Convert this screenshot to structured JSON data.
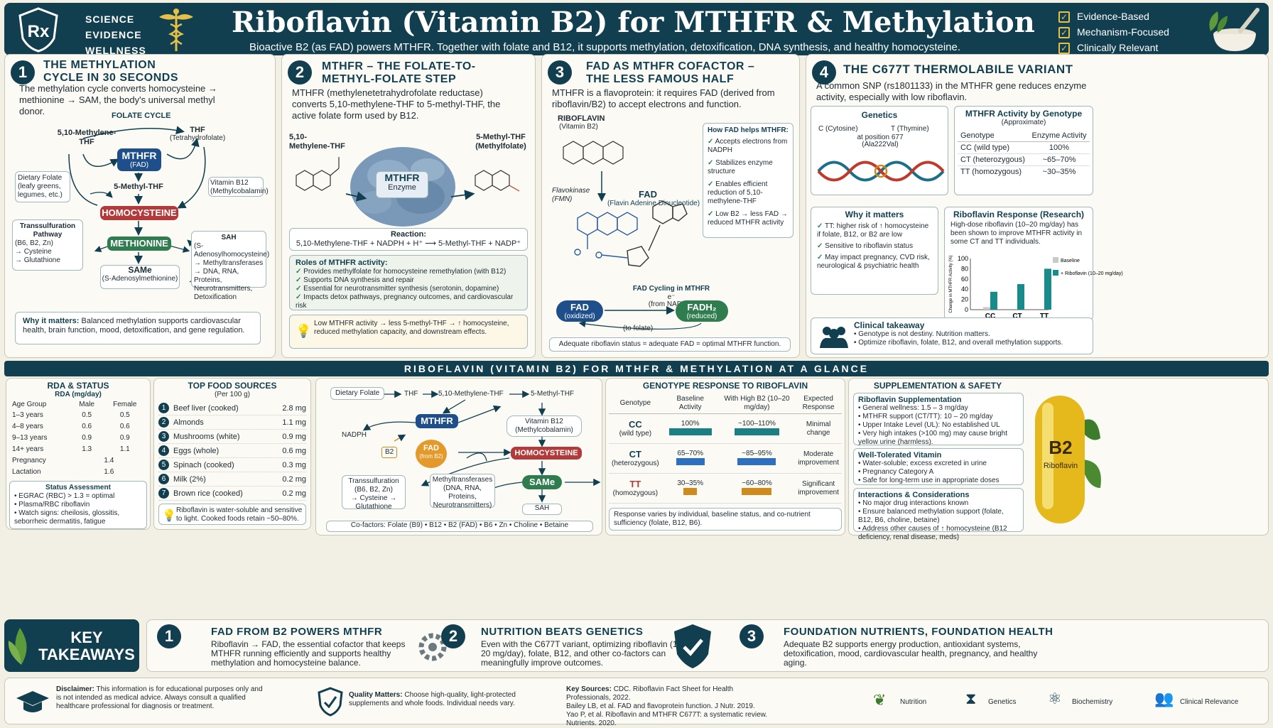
{
  "header": {
    "logo": "Rx",
    "tags": [
      "SCIENCE",
      "EVIDENCE",
      "WELLNESS"
    ],
    "title": "Riboflavin (Vitamin B2) for MTHFR & Methylation",
    "subtitle": "Bioactive B2 (as FAD) powers MTHFR. Together with folate and B12, it supports methylation, detoxification, DNA synthesis, and healthy homocysteine.",
    "checks": [
      "Evidence-Based",
      "Mechanism-Focused",
      "Clinically Relevant"
    ]
  },
  "p1": {
    "num": "1",
    "title": "THE METHYLATION CYCLE IN 30 SECONDS",
    "intro": "The methylation cycle converts homocysteine → methionine → SAM, the body's universal methyl donor.",
    "folate_cycle": "FOLATE CYCLE",
    "methylene_thf": "5,10-Methylene-THF",
    "thf": "THF",
    "thf_sub": "(Tetrahydrofolate)",
    "mthfr": "MTHFR",
    "fad": "(FAD)",
    "methyl_thf": "5-Methyl-THF",
    "homocysteine": "HOMOCYSTEINE",
    "methionine": "METHIONINE",
    "same": "SAMe",
    "same_sub": "(S-Adenosylmethionine)",
    "dietary": "Dietary Folate",
    "dietary_sub": "(leafy greens, legumes, etc.)",
    "b12": "Vitamin B12",
    "b12_sub": "(Methylcobalamin)",
    "trans": "Transsulfuration Pathway",
    "trans_sub": "(B6, B2, Zn)",
    "trans_items": [
      "→ Cysteine",
      "→ Glutathione"
    ],
    "sah": "SAH",
    "sah_sub": "(S-Adenosylhomocysteine)",
    "sah_items": [
      "→ Methyltransferases",
      "→ DNA, RNA, Proteins,",
      "Neurotransmitters,",
      "Detoxification"
    ],
    "why_label": "Why it matters:",
    "why": "Balanced methylation supports cardiovascular health, brain function, mood, detoxification, and gene regulation."
  },
  "p2": {
    "num": "2",
    "title": "MTHFR – THE FOLATE-TO-METHYL-FOLATE STEP",
    "intro": "MTHFR (methylenetetrahydrofolate reductase) converts 5,10-methylene-THF to 5-methyl-THF, the active folate form used by B12.",
    "left_label": "5,10-Methylene-THF",
    "right_label": "5-Methyl-THF (Methylfolate)",
    "enzyme": "MTHFR",
    "enzyme_sub": "Enzyme",
    "reaction_label": "Reaction:",
    "reaction": "5,10-Methylene-THF + NADPH + H⁺ ⟶ 5-Methyl-THF + NADP⁺",
    "roles_title": "Roles of MTHFR activity:",
    "roles": [
      "Provides methylfolate for homocysteine remethylation (with B12)",
      "Supports DNA synthesis and repair",
      "Essential for neurotransmitter synthesis (serotonin, dopamine)",
      "Impacts detox pathways, pregnancy outcomes, and cardiovascular risk"
    ],
    "note": "Low MTHFR activity → less 5-methyl-THF → ↑ homocysteine, reduced methylation capacity, and downstream effects."
  },
  "p3": {
    "num": "3",
    "title": "FAD AS MTHFR COFACTOR – THE LESS FAMOUS HALF",
    "intro": "MTHFR is a flavoprotein: it requires FAD (derived from riboflavin/B2) to accept electrons and function.",
    "riboflavin": "RIBOFLAVIN",
    "riboflavin_sub": "(Vitamin B2)",
    "flavokinase": "Flavokinase",
    "fmn": "(FMN)",
    "fad": "FAD",
    "fad_sub": "(Flavin Adenine Dinucleotide)",
    "how_title": "How FAD helps MTHFR:",
    "how": [
      "Accepts electrons from NADPH",
      "Stabilizes enzyme structure",
      "Enables efficient reduction of 5,10-methylene-THF",
      "Low B2 → less FAD → reduced MTHFR activity"
    ],
    "cycling": "FAD Cycling in MTHFR",
    "electron": "e⁻",
    "from_nadph": "(from NADPH)",
    "fad_ox": "FAD",
    "fad_ox_sub": "(oxidized)",
    "fadh2": "FADH₂",
    "fadh2_sub": "(reduced)",
    "to_folate": "(to folate)",
    "footer": "Adequate riboflavin status = adequate FAD = optimal MTHFR function."
  },
  "p4": {
    "num": "4",
    "title": "THE C677T THERMOLABILE VARIANT",
    "intro": "A common SNP (rs1801133) in the MTHFR gene reduces enzyme activity, especially with low riboflavin.",
    "genetics_title": "Genetics",
    "gen_c": "C (Cytosine)",
    "gen_t": "T (Thymine)",
    "gen_pos": "at position 677",
    "gen_ala": "(Ala222Val)",
    "activity_title": "MTHFR Activity by Genotype",
    "activity_sub": "(Approximate)",
    "activity_headers": [
      "Genotype",
      "Enzyme Activity"
    ],
    "activity_rows": [
      [
        "CC (wild type)",
        "100%"
      ],
      [
        "CT (heterozygous)",
        "~65–70%"
      ],
      [
        "TT (homozygous)",
        "~30–35%"
      ]
    ],
    "why_title": "Why it matters",
    "why": [
      "TT: higher risk of ↑ homocysteine if folate, B12, or B2 are low",
      "Sensitive to riboflavin status",
      "May impact pregnancy, CVD risk, neurological & psychiatric health"
    ],
    "resp_title": "Riboflavin Response (Research)",
    "resp_text": "High-dose riboflavin (10–20 mg/day) has been shown to improve MTHFR activity in some CT and TT individuals.",
    "takeaway_title": "Clinical takeaway",
    "takeaway": [
      "Genotype is not destiny. Nutrition matters.",
      "Optimize riboflavin, folate, B12, and overall methylation supports."
    ]
  },
  "chart_data": {
    "type": "bar",
    "categories": [
      "CC",
      "CT",
      "TT"
    ],
    "series": [
      {
        "name": "Baseline",
        "values": [
          5,
          0,
          0
        ]
      },
      {
        "name": "+ Riboflavin (10–20 mg/day)",
        "values": [
          35,
          50,
          80
        ]
      }
    ],
    "ylabel": "Change in MTHFR Activity (%)",
    "ylim": [
      0,
      100
    ],
    "yticks": [
      0,
      20,
      40,
      60,
      80,
      100
    ],
    "colors": [
      "#c9c9c9",
      "#1b8a8a"
    ]
  },
  "band": "RIBOFLAVIN (VITAMIN B2) FOR MTHFR & METHYLATION AT A GLANCE",
  "rda": {
    "title": "RDA & STATUS",
    "sub": "RDA (mg/day)",
    "headers": [
      "Age Group",
      "Male",
      "Female"
    ],
    "rows": [
      [
        "1–3 years",
        "0.5",
        "0.5"
      ],
      [
        "4–8 years",
        "0.6",
        "0.6"
      ],
      [
        "9–13 years",
        "0.9",
        "0.9"
      ],
      [
        "14+ years",
        "1.3",
        "1.1"
      ]
    ],
    "pregnancy": "Pregnancy",
    "pregnancy_val": "1.4",
    "lactation": "Lactation",
    "lactation_val": "1.6",
    "status_title": "Status Assessment",
    "status": [
      "EGRAC (RBC) > 1.3 = optimal",
      "Plasma/RBC riboflavin",
      "Watch signs: cheilosis, glossitis, seborrheic dermatitis, fatigue"
    ]
  },
  "foods": {
    "title": "TOP FOOD SOURCES",
    "sub": "(Per 100 g)",
    "items": [
      [
        "1",
        "Beef liver (cooked)",
        "2.8 mg"
      ],
      [
        "2",
        "Almonds",
        "1.1 mg"
      ],
      [
        "3",
        "Mushrooms (white)",
        "0.9 mg"
      ],
      [
        "4",
        "Eggs (whole)",
        "0.6 mg"
      ],
      [
        "5",
        "Spinach (cooked)",
        "0.3 mg"
      ],
      [
        "6",
        "Milk (2%)",
        "0.2 mg"
      ],
      [
        "7",
        "Brown rice (cooked)",
        "0.2 mg"
      ]
    ],
    "note": "Riboflavin is water-soluble and sensitive to light. Cooked foods retain ~50–80%."
  },
  "flow": {
    "dietary": "Dietary Folate",
    "thf": "THF",
    "methylene": "5,10-Methylene-THF",
    "methyl": "5-Methyl-THF",
    "nadph": "NADPH",
    "mthfr": "MTHFR",
    "b2": "B2",
    "fad": "FAD",
    "fad_sub": "(from B2)",
    "b12": "Vitamin B12",
    "b12_sub": "(Methylcobalamin)",
    "hcy": "HOMOCYSTEINE",
    "same": "SAMe",
    "sah": "SAH",
    "trans": "Transsulfuration",
    "trans_sub": "(B6, B2, Zn)",
    "trans_items": "→ Cysteine → Glutathione",
    "methyl_t": "Methyltransferases",
    "methyl_t_sub": "(DNA, RNA, Proteins, Neurotransmitters)",
    "cofactors": "Co-factors: Folate (B9) • B12 • B2 (FAD) • B6 • Zn • Choline • Betaine"
  },
  "geno": {
    "title": "GENOTYPE RESPONSE TO RIBOFLAVIN",
    "headers": [
      "Genotype",
      "Baseline Activity",
      "With High B2 (10–20 mg/day)",
      "Expected Response"
    ],
    "rows": [
      {
        "g": "CC",
        "s": "(wild type)",
        "base": "100%",
        "base_v": 100,
        "high": "~100–110%",
        "high_v": 105,
        "resp": "Minimal change",
        "color": "#1b7f86"
      },
      {
        "g": "CT",
        "s": "(heterozygous)",
        "base": "65–70%",
        "base_v": 67,
        "high": "~85–95%",
        "high_v": 90,
        "resp": "Moderate improvement",
        "color": "#2f6fbf"
      },
      {
        "g": "TT",
        "s": "(homozygous)",
        "base": "30–35%",
        "base_v": 32,
        "high": "~60–80%",
        "high_v": 70,
        "resp": "Significant improvement",
        "color": "#d08a1c"
      }
    ],
    "note": "Response varies by individual, baseline status, and co-nutrient sufficiency (folate, B12, B6)."
  },
  "supp": {
    "title": "SUPPLEMENTATION & SAFETY",
    "s1_title": "Riboflavin Supplementation",
    "s1": [
      "General wellness: 1.5 – 3 mg/day",
      "MTHFR support (CT/TT): 10 – 20 mg/day",
      "Upper Intake Level (UL): No established UL",
      "Very high intakes (>100 mg) may cause bright yellow urine (harmless)."
    ],
    "s2_title": "Well-Tolerated Vitamin",
    "s2": [
      "Water-soluble; excess excreted in urine",
      "Pregnancy Category A",
      "Safe for long-term use in appropriate doses"
    ],
    "s3_title": "Interactions & Considerations",
    "s3": [
      "No major drug interactions known",
      "Ensure balanced methylation support (folate, B12, B6, choline, betaine)",
      "Address other causes of ↑ homocysteine (B12 deficiency, renal disease, meds)"
    ],
    "capsule": "B2",
    "capsule_sub": "Riboflavin"
  },
  "takeaways": {
    "label": "KEY TAKEAWAYS",
    "items": [
      {
        "n": "1",
        "title": "FAD FROM B2 POWERS MTHFR",
        "text": "Riboflavin → FAD, the essential cofactor that keeps MTHFR running efficiently and supports healthy methylation and homocysteine balance."
      },
      {
        "n": "2",
        "title": "NUTRITION BEATS GENETICS",
        "text": "Even with the C677T variant, optimizing riboflavin (10–20 mg/day), folate, B12, and other co-factors can meaningfully improve outcomes."
      },
      {
        "n": "3",
        "title": "FOUNDATION NUTRIENTS, FOUNDATION HEALTH",
        "text": "Adequate B2 supports energy production, antioxidant systems, detoxification, mood, cardiovascular health, pregnancy, and healthy aging."
      }
    ]
  },
  "footer": {
    "disclaimer_label": "Disclaimer:",
    "disclaimer": "This information is for educational purposes only and is not intended as medical advice. Always consult a qualified healthcare professional for diagnosis or treatment.",
    "quality_label": "Quality Matters:",
    "quality": "Choose high-quality, light-protected supplements and whole foods. Individual needs vary.",
    "sources_label": "Key Sources:",
    "sources": [
      "CDC. Riboflavin Fact Sheet for Health Professionals, 2022.",
      "Bailey LB, et al. FAD and flavoprotein function. J Nutr. 2019.",
      "Yao P, et al. Riboflavin and MTHFR C677T: a systematic review. Nutrients. 2020."
    ],
    "icons": [
      "Nutrition",
      "Genetics",
      "Biochemistry",
      "Clinical Relevance"
    ]
  }
}
